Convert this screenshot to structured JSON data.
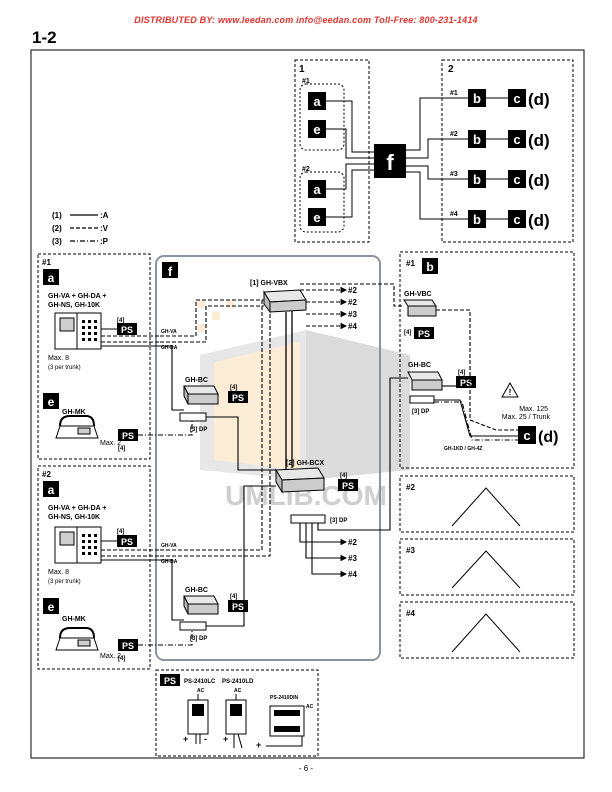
{
  "banner": "DISTRIBUTED BY:  www.leedan.com   info@eedan.com   Toll-Free: 800-231-1414",
  "page_title": "1-2",
  "page_number": "- 6 -",
  "watermark": "UMLIB.COM",
  "overview": {
    "group1_label": "1",
    "group2_label": "2",
    "sub1": "#1",
    "sub2": "#2",
    "rows": [
      "#1",
      "#2",
      "#3",
      "#4"
    ],
    "a": "a",
    "e": "e",
    "f": "f",
    "b": "b",
    "c": "c",
    "d": "(d)"
  },
  "legend": [
    {
      "key": "(1)",
      "val": ":A"
    },
    {
      "key": "(2)",
      "val": ":V"
    },
    {
      "key": "(3)",
      "val": ":P"
    }
  ],
  "left": {
    "block1": "#1",
    "block2": "#2",
    "a": "a",
    "e": "e",
    "stations": "GH-VA + GH-DA +",
    "stations2": "GH-NS, GH-10K",
    "max8": "Max. 8",
    "per_trunk": "(3 per trunk)",
    "mk": "GH-MK",
    "max2": "Max. 2",
    "ps": "PS",
    "ref4": "[4]"
  },
  "center": {
    "f": "f",
    "vbx": "[1] GH-VBX",
    "bcx": "[2] GH-BCX",
    "bc": "GH-BC",
    "dp": "[3] DP",
    "ghva": "GH-VA",
    "ghda": "GH-DA",
    "out": [
      "#2",
      "#3",
      "#4"
    ]
  },
  "right": {
    "n1": "#1",
    "b": "b",
    "vbc": "GH-VBC",
    "bc": "GH-BC",
    "dp": "[3] DP",
    "max125": "Max. 125",
    "max25": "Max. 25 / Trunk",
    "cables": "GH-1KD / GH-4Z",
    "c": "c",
    "d": "(d)",
    "others": [
      "#2",
      "#3",
      "#4"
    ]
  },
  "power": {
    "ps": "PS",
    "m1": "PS-2410LC",
    "m2": "PS-2410LD",
    "m3": "PS-2410DIN",
    "ac": "AC"
  }
}
